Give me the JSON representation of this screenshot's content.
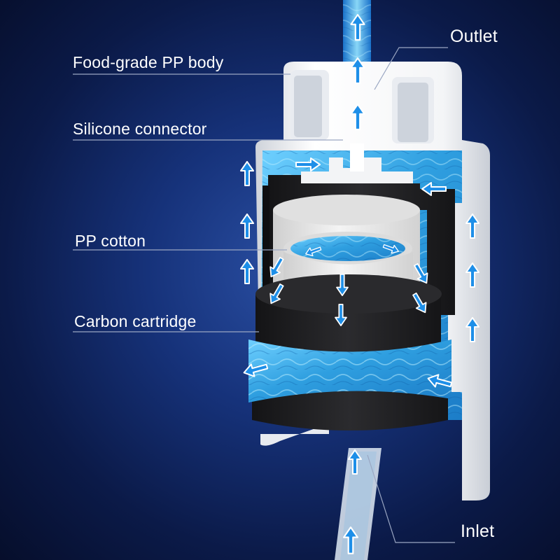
{
  "labels": {
    "outlet": "Outlet",
    "body": "Food-grade PP body",
    "connector": "Silicone connector",
    "cotton": "PP cotton",
    "carbon": "Carbon cartridge",
    "inlet": "Inlet"
  },
  "icons": {
    "flow_arrow": "flow-arrow-icon"
  },
  "colors": {
    "background": "#0b1a48",
    "water": "#39a8e6",
    "arrow_fill": "#1e8fe8",
    "housing": "#f2f3f5",
    "carbon": "#1f1f21",
    "cotton": "#e6e6e6"
  }
}
